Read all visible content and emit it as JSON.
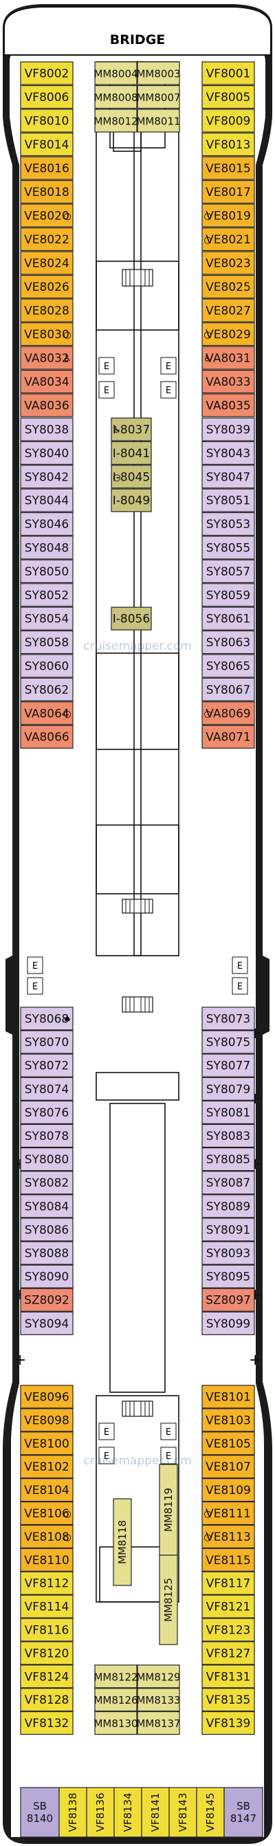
{
  "deck": {
    "bridge_label": "BRIDGE"
  },
  "watermark": {
    "text": "cruisemapper.com"
  },
  "colors": {
    "VF": "#f1dd38",
    "VE": "#f5b325",
    "MM": "#e5df92",
    "VA": "#f08c6c",
    "SY": "#d9c8e8",
    "SZ": "#ef8b74",
    "SB": "#b7aad6",
    "I": "#c8c27c",
    "hull": "#1b1b1b",
    "deck_floor": "#ffffff"
  },
  "icons": {
    "elevator": "E",
    "accessible": "♿",
    "pet": "♠",
    "connecting": "○"
  },
  "cabins": [
    {
      "id": "VF8002",
      "col": "L",
      "row": 0,
      "cat": "VF"
    },
    {
      "id": "VF8006",
      "col": "L",
      "row": 1,
      "cat": "VF"
    },
    {
      "id": "VF8010",
      "col": "L",
      "row": 2,
      "cat": "VF"
    },
    {
      "id": "VF8014",
      "col": "L",
      "row": 3,
      "cat": "VF"
    },
    {
      "id": "VE8016",
      "col": "L",
      "row": 4,
      "cat": "VE"
    },
    {
      "id": "VE8018",
      "col": "L",
      "row": 5,
      "cat": "VE"
    },
    {
      "id": "VE8020",
      "col": "L",
      "row": 6,
      "cat": "VE",
      "icon": "connecting"
    },
    {
      "id": "VE8022",
      "col": "L",
      "row": 7,
      "cat": "VE"
    },
    {
      "id": "VE8024",
      "col": "L",
      "row": 8,
      "cat": "VE"
    },
    {
      "id": "VE8026",
      "col": "L",
      "row": 9,
      "cat": "VE"
    },
    {
      "id": "VE8028",
      "col": "L",
      "row": 10,
      "cat": "VE"
    },
    {
      "id": "VE8030",
      "col": "L",
      "row": 11,
      "cat": "VE",
      "icon": "connecting"
    },
    {
      "id": "VA8032",
      "col": "L",
      "row": 12,
      "cat": "VA",
      "icon": "accessible"
    },
    {
      "id": "VA8034",
      "col": "L",
      "row": 13,
      "cat": "VA"
    },
    {
      "id": "VA8036",
      "col": "L",
      "row": 14,
      "cat": "VA"
    },
    {
      "id": "VF8001",
      "col": "R",
      "row": 0,
      "cat": "VF"
    },
    {
      "id": "VF8005",
      "col": "R",
      "row": 1,
      "cat": "VF"
    },
    {
      "id": "VF8009",
      "col": "R",
      "row": 2,
      "cat": "VF"
    },
    {
      "id": "VF8013",
      "col": "R",
      "row": 3,
      "cat": "VF"
    },
    {
      "id": "VE8015",
      "col": "R",
      "row": 4,
      "cat": "VE"
    },
    {
      "id": "VE8017",
      "col": "R",
      "row": 5,
      "cat": "VE"
    },
    {
      "id": "VE8019",
      "col": "R",
      "row": 6,
      "cat": "VE",
      "icon": "connecting"
    },
    {
      "id": "VE8021",
      "col": "R",
      "row": 7,
      "cat": "VE",
      "icon": "connecting"
    },
    {
      "id": "VE8023",
      "col": "R",
      "row": 8,
      "cat": "VE"
    },
    {
      "id": "VE8025",
      "col": "R",
      "row": 9,
      "cat": "VE"
    },
    {
      "id": "VE8027",
      "col": "R",
      "row": 10,
      "cat": "VE"
    },
    {
      "id": "VE8029",
      "col": "R",
      "row": 11,
      "cat": "VE",
      "icon": "connecting"
    },
    {
      "id": "VA8031",
      "col": "R",
      "row": 12,
      "cat": "VA",
      "icon": "accessible"
    },
    {
      "id": "VA8033",
      "col": "R",
      "row": 13,
      "cat": "VA"
    },
    {
      "id": "VA8035",
      "col": "R",
      "row": 14,
      "cat": "VA"
    },
    {
      "id": "MM8004",
      "col": "ML",
      "row": 0,
      "cat": "MM"
    },
    {
      "id": "MM8008",
      "col": "ML",
      "row": 1,
      "cat": "MM"
    },
    {
      "id": "MM8012",
      "col": "ML",
      "row": 2,
      "cat": "MM"
    },
    {
      "id": "MM8003",
      "col": "MR",
      "row": 0,
      "cat": "MM"
    },
    {
      "id": "MM8007",
      "col": "MR",
      "row": 1,
      "cat": "MM"
    },
    {
      "id": "MM8011",
      "col": "MR",
      "row": 2,
      "cat": "MM"
    },
    {
      "id": "SY8038",
      "col": "L",
      "row": 15,
      "cat": "SY"
    },
    {
      "id": "SY8040",
      "col": "L",
      "row": 16,
      "cat": "SY"
    },
    {
      "id": "SY8042",
      "col": "L",
      "row": 17,
      "cat": "SY"
    },
    {
      "id": "SY8044",
      "col": "L",
      "row": 18,
      "cat": "SY"
    },
    {
      "id": "SY8046",
      "col": "L",
      "row": 19,
      "cat": "SY"
    },
    {
      "id": "SY8048",
      "col": "L",
      "row": 20,
      "cat": "SY"
    },
    {
      "id": "SY8050",
      "col": "L",
      "row": 21,
      "cat": "SY"
    },
    {
      "id": "SY8052",
      "col": "L",
      "row": 22,
      "cat": "SY"
    },
    {
      "id": "SY8054",
      "col": "L",
      "row": 23,
      "cat": "SY"
    },
    {
      "id": "SY8058",
      "col": "L",
      "row": 24,
      "cat": "SY"
    },
    {
      "id": "SY8060",
      "col": "L",
      "row": 25,
      "cat": "SY"
    },
    {
      "id": "SY8062",
      "col": "L",
      "row": 26,
      "cat": "SY"
    },
    {
      "id": "VA8064",
      "col": "L",
      "row": 27,
      "cat": "VA",
      "icon": "connecting"
    },
    {
      "id": "VA8066",
      "col": "L",
      "row": 28,
      "cat": "VA"
    },
    {
      "id": "SY8039",
      "col": "R",
      "row": 15,
      "cat": "SY"
    },
    {
      "id": "SY8043",
      "col": "R",
      "row": 16,
      "cat": "SY"
    },
    {
      "id": "SY8047",
      "col": "R",
      "row": 17,
      "cat": "SY"
    },
    {
      "id": "SY8051",
      "col": "R",
      "row": 18,
      "cat": "SY"
    },
    {
      "id": "SY8053",
      "col": "R",
      "row": 19,
      "cat": "SY"
    },
    {
      "id": "SY8055",
      "col": "R",
      "row": 20,
      "cat": "SY"
    },
    {
      "id": "SY8057",
      "col": "R",
      "row": 21,
      "cat": "SY"
    },
    {
      "id": "SY8059",
      "col": "R",
      "row": 22,
      "cat": "SY"
    },
    {
      "id": "SY8061",
      "col": "R",
      "row": 23,
      "cat": "SY"
    },
    {
      "id": "SY8063",
      "col": "R",
      "row": 24,
      "cat": "SY"
    },
    {
      "id": "SY8065",
      "col": "R",
      "row": 25,
      "cat": "SY"
    },
    {
      "id": "SY8067",
      "col": "R",
      "row": 26,
      "cat": "SY"
    },
    {
      "id": "VA8069",
      "col": "R",
      "row": 27,
      "cat": "VA",
      "icon": "connecting"
    },
    {
      "id": "VA8071",
      "col": "R",
      "row": 28,
      "cat": "VA"
    },
    {
      "id": "I-8037",
      "col": "C",
      "row": 15,
      "cat": "I",
      "icon": "accessible"
    },
    {
      "id": "I-8041",
      "col": "C",
      "row": 16,
      "cat": "I"
    },
    {
      "id": "I-8045",
      "col": "C",
      "row": 17,
      "cat": "I",
      "icon": "connecting"
    },
    {
      "id": "I-8049",
      "col": "C",
      "row": 18,
      "cat": "I"
    },
    {
      "id": "I-8056",
      "col": "C",
      "row": 23,
      "cat": "I"
    },
    {
      "id": "SY8068",
      "col": "L",
      "row": 29,
      "cat": "SY",
      "icon": "pet"
    },
    {
      "id": "SY8070",
      "col": "L",
      "row": 30,
      "cat": "SY"
    },
    {
      "id": "SY8072",
      "col": "L",
      "row": 31,
      "cat": "SY"
    },
    {
      "id": "SY8074",
      "col": "L",
      "row": 32,
      "cat": "SY"
    },
    {
      "id": "SY8076",
      "col": "L",
      "row": 33,
      "cat": "SY"
    },
    {
      "id": "SY8078",
      "col": "L",
      "row": 34,
      "cat": "SY"
    },
    {
      "id": "SY8080",
      "col": "L",
      "row": 35,
      "cat": "SY"
    },
    {
      "id": "SY8082",
      "col": "L",
      "row": 36,
      "cat": "SY"
    },
    {
      "id": "SY8084",
      "col": "L",
      "row": 37,
      "cat": "SY"
    },
    {
      "id": "SY8086",
      "col": "L",
      "row": 38,
      "cat": "SY"
    },
    {
      "id": "SY8088",
      "col": "L",
      "row": 39,
      "cat": "SY"
    },
    {
      "id": "SY8090",
      "col": "L",
      "row": 40,
      "cat": "SY"
    },
    {
      "id": "SZ8092",
      "col": "L",
      "row": 41,
      "cat": "SZ"
    },
    {
      "id": "SY8094",
      "col": "L",
      "row": 42,
      "cat": "SY"
    },
    {
      "id": "SY8073",
      "col": "R",
      "row": 29,
      "cat": "SY"
    },
    {
      "id": "SY8075",
      "col": "R",
      "row": 30,
      "cat": "SY"
    },
    {
      "id": "SY8077",
      "col": "R",
      "row": 31,
      "cat": "SY"
    },
    {
      "id": "SY8079",
      "col": "R",
      "row": 32,
      "cat": "SY"
    },
    {
      "id": "SY8081",
      "col": "R",
      "row": 33,
      "cat": "SY"
    },
    {
      "id": "SY8083",
      "col": "R",
      "row": 34,
      "cat": "SY"
    },
    {
      "id": "SY8085",
      "col": "R",
      "row": 35,
      "cat": "SY"
    },
    {
      "id": "SY8087",
      "col": "R",
      "row": 36,
      "cat": "SY"
    },
    {
      "id": "SY8089",
      "col": "R",
      "row": 37,
      "cat": "SY"
    },
    {
      "id": "SY8091",
      "col": "R",
      "row": 38,
      "cat": "SY"
    },
    {
      "id": "SY8093",
      "col": "R",
      "row": 39,
      "cat": "SY"
    },
    {
      "id": "SY8095",
      "col": "R",
      "row": 40,
      "cat": "SY"
    },
    {
      "id": "SZ8097",
      "col": "R",
      "row": 41,
      "cat": "SZ"
    },
    {
      "id": "SY8099",
      "col": "R",
      "row": 42,
      "cat": "SY"
    },
    {
      "id": "VE8096",
      "col": "L",
      "row": 43,
      "cat": "VE"
    },
    {
      "id": "VE8098",
      "col": "L",
      "row": 44,
      "cat": "VE"
    },
    {
      "id": "VE8100",
      "col": "L",
      "row": 45,
      "cat": "VE"
    },
    {
      "id": "VE8102",
      "col": "L",
      "row": 46,
      "cat": "VE"
    },
    {
      "id": "VE8104",
      "col": "L",
      "row": 47,
      "cat": "VE"
    },
    {
      "id": "VE8106",
      "col": "L",
      "row": 48,
      "cat": "VE",
      "icon": "connecting"
    },
    {
      "id": "VE8108",
      "col": "L",
      "row": 49,
      "cat": "VE",
      "icon": "connecting"
    },
    {
      "id": "VE8110",
      "col": "L",
      "row": 50,
      "cat": "VE"
    },
    {
      "id": "VF8112",
      "col": "L",
      "row": 51,
      "cat": "VF"
    },
    {
      "id": "VF8114",
      "col": "L",
      "row": 52,
      "cat": "VF"
    },
    {
      "id": "VF8116",
      "col": "L",
      "row": 53,
      "cat": "VF"
    },
    {
      "id": "VF8120",
      "col": "L",
      "row": 54,
      "cat": "VF"
    },
    {
      "id": "VF8124",
      "col": "L",
      "row": 55,
      "cat": "VF"
    },
    {
      "id": "VF8128",
      "col": "L",
      "row": 56,
      "cat": "VF"
    },
    {
      "id": "VF8132",
      "col": "L",
      "row": 57,
      "cat": "VF"
    },
    {
      "id": "VE8101",
      "col": "R",
      "row": 43,
      "cat": "VE"
    },
    {
      "id": "VE8103",
      "col": "R",
      "row": 44,
      "cat": "VE"
    },
    {
      "id": "VE8105",
      "col": "R",
      "row": 45,
      "cat": "VE"
    },
    {
      "id": "VE8107",
      "col": "R",
      "row": 46,
      "cat": "VE"
    },
    {
      "id": "VE8109",
      "col": "R",
      "row": 47,
      "cat": "VE"
    },
    {
      "id": "VE8111",
      "col": "R",
      "row": 48,
      "cat": "VE",
      "icon": "connecting"
    },
    {
      "id": "VE8113",
      "col": "R",
      "row": 49,
      "cat": "VE",
      "icon": "connecting"
    },
    {
      "id": "VE8115",
      "col": "R",
      "row": 50,
      "cat": "VE"
    },
    {
      "id": "VF8117",
      "col": "R",
      "row": 51,
      "cat": "VF"
    },
    {
      "id": "VF8121",
      "col": "R",
      "row": 52,
      "cat": "VF"
    },
    {
      "id": "VF8123",
      "col": "R",
      "row": 53,
      "cat": "VF"
    },
    {
      "id": "VF8127",
      "col": "R",
      "row": 54,
      "cat": "VF"
    },
    {
      "id": "VF8131",
      "col": "R",
      "row": 55,
      "cat": "VF"
    },
    {
      "id": "VF8135",
      "col": "R",
      "row": 56,
      "cat": "VF"
    },
    {
      "id": "VF8139",
      "col": "R",
      "row": 57,
      "cat": "VF"
    },
    {
      "id": "MM8122",
      "col": "ML",
      "row": 55,
      "cat": "MM"
    },
    {
      "id": "MM8126",
      "col": "ML",
      "row": 56,
      "cat": "MM"
    },
    {
      "id": "MM8130",
      "col": "ML",
      "row": 57,
      "cat": "MM"
    },
    {
      "id": "MM8129",
      "col": "MR",
      "row": 55,
      "cat": "MM"
    },
    {
      "id": "MM8133",
      "col": "MR",
      "row": 56,
      "cat": "MM"
    },
    {
      "id": "MM8137",
      "col": "MR",
      "row": 57,
      "cat": "MM"
    }
  ],
  "vertical_cabins": [
    {
      "id": "MM8118",
      "slot": "ml",
      "cat": "MM"
    },
    {
      "id": "MM8119",
      "slot": "mr1",
      "cat": "MM"
    },
    {
      "id": "MM8125",
      "slot": "mr2",
      "cat": "MM"
    }
  ],
  "aft_cabins": [
    {
      "id": "SB 8140",
      "slot": 0,
      "cat": "SB"
    },
    {
      "id": "VF8138",
      "slot": 1,
      "cat": "VF"
    },
    {
      "id": "VF8136",
      "slot": 2,
      "cat": "VF"
    },
    {
      "id": "VF8134",
      "slot": 3,
      "cat": "VF"
    },
    {
      "id": "VF8141",
      "slot": 4,
      "cat": "VF"
    },
    {
      "id": "VF8143",
      "slot": 5,
      "cat": "VF"
    },
    {
      "id": "VF8145",
      "slot": 6,
      "cat": "VF"
    },
    {
      "id": "SB 8147",
      "slot": 7,
      "cat": "SB"
    }
  ]
}
